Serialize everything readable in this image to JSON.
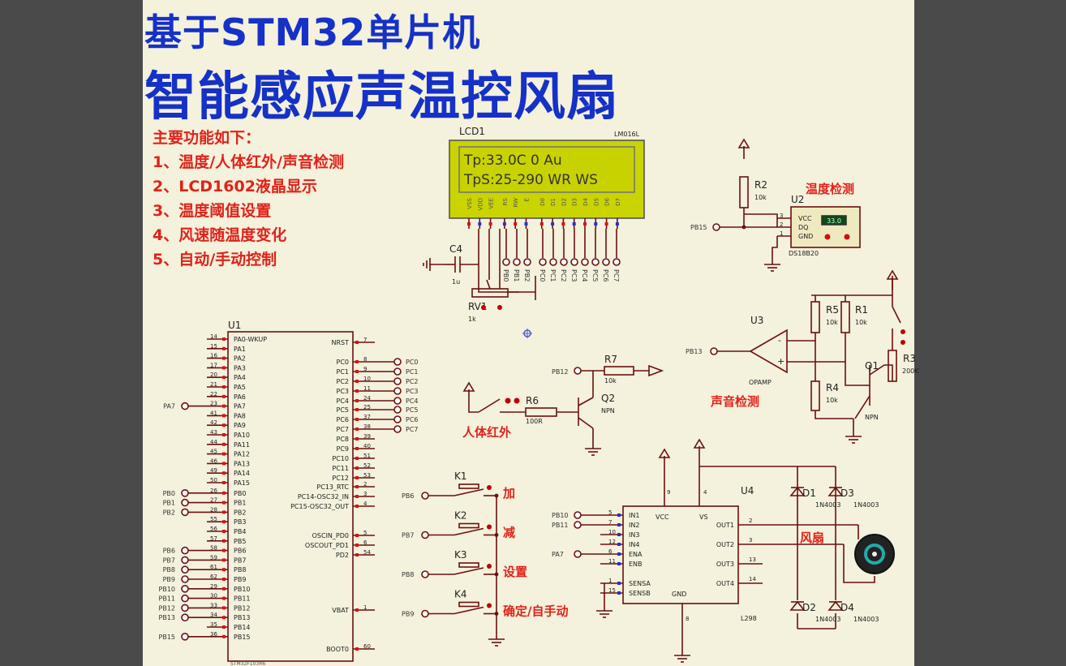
{
  "title": {
    "line1": "基于STM32单片机",
    "line2": "智能感应声温控风扇"
  },
  "features": {
    "heading": "主要功能如下：",
    "items": [
      "1、温度/人体红外/声音检测",
      "2、LCD1602液晶显示",
      "3、温度阈值设置",
      "4、风速随温度变化",
      "5、自动/手动控制"
    ]
  },
  "lcd": {
    "ref": "LCD1",
    "model": "LM016L",
    "row1": "Tp:33.0C  0    Au",
    "row2": "TpS:25-290 WR WS",
    "pins": [
      "VSS",
      "VDD",
      "VEE",
      "RS",
      "RW",
      "E",
      "D0",
      "D1",
      "D2",
      "D3",
      "D4",
      "D5",
      "D6",
      "D7"
    ],
    "pin_nets": [
      "PB0",
      "PB1",
      "PB2",
      "PC0",
      "PC1",
      "PC2",
      "PC3",
      "PC4",
      "PC5",
      "PC6",
      "PC7"
    ]
  },
  "c4": {
    "ref": "C4",
    "value": "1u"
  },
  "rv1": {
    "ref": "RV1",
    "value": "1k"
  },
  "temp": {
    "label": "温度检测",
    "r2_ref": "R2",
    "r2_val": "10k",
    "u2_ref": "U2",
    "u2_model": "DS18B20",
    "pins": [
      "VCC",
      "DQ",
      "GND"
    ],
    "pin_nums": [
      "3",
      "2",
      "1"
    ],
    "display": "33.0",
    "net": "PB15"
  },
  "mcu": {
    "ref": "U1",
    "left_pins": [
      {
        "num": "14",
        "name": "PA0-WKUP"
      },
      {
        "num": "15",
        "name": "PA1"
      },
      {
        "num": "16",
        "name": "PA2"
      },
      {
        "num": "17",
        "name": "PA3"
      },
      {
        "num": "20",
        "name": "PA4"
      },
      {
        "num": "21",
        "name": "PA5"
      },
      {
        "num": "22",
        "name": "PA6"
      },
      {
        "num": "23",
        "name": "PA7"
      },
      {
        "num": "41",
        "name": "PA8"
      },
      {
        "num": "42",
        "name": "PA9"
      },
      {
        "num": "43",
        "name": "PA10"
      },
      {
        "num": "44",
        "name": "PA11"
      },
      {
        "num": "45",
        "name": "PA12"
      },
      {
        "num": "46",
        "name": "PA13"
      },
      {
        "num": "49",
        "name": "PA14"
      },
      {
        "num": "50",
        "name": "PA15"
      },
      {
        "num": "26",
        "name": "PB0"
      },
      {
        "num": "27",
        "name": "PB1"
      },
      {
        "num": "28",
        "name": "PB2"
      },
      {
        "num": "55",
        "name": "PB3"
      },
      {
        "num": "56",
        "name": "PB4"
      },
      {
        "num": "57",
        "name": "PB5"
      },
      {
        "num": "58",
        "name": "PB6"
      },
      {
        "num": "59",
        "name": "PB7"
      },
      {
        "num": "61",
        "name": "PB8"
      },
      {
        "num": "62",
        "name": "PB9"
      },
      {
        "num": "29",
        "name": "PB10"
      },
      {
        "num": "30",
        "name": "PB11"
      },
      {
        "num": "33",
        "name": "PB12"
      },
      {
        "num": "34",
        "name": "PB13"
      },
      {
        "num": "35",
        "name": "PB14"
      },
      {
        "num": "36",
        "name": "PB15"
      }
    ],
    "left_nets": [
      {
        "pin": "PA7",
        "net": "PA7"
      },
      {
        "pin": "PB0",
        "net": "PB0"
      },
      {
        "pin": "PB1",
        "net": "PB1"
      },
      {
        "pin": "PB2",
        "net": "PB2"
      },
      {
        "pin": "PB6",
        "net": "PB6"
      },
      {
        "pin": "PB7",
        "net": "PB7"
      },
      {
        "pin": "PB8",
        "net": "PB8"
      },
      {
        "pin": "PB9",
        "net": "PB9"
      },
      {
        "pin": "PB10",
        "net": "PB10"
      },
      {
        "pin": "PB11",
        "net": "PB11"
      },
      {
        "pin": "PB12",
        "net": "PB12"
      },
      {
        "pin": "PB13",
        "net": "PB13"
      },
      {
        "pin": "PB15",
        "net": "PB15"
      }
    ],
    "right_pins": [
      {
        "num": "7",
        "name": "NRST"
      },
      {
        "num": "8",
        "name": "PC0"
      },
      {
        "num": "9",
        "name": "PC1"
      },
      {
        "num": "10",
        "name": "PC2"
      },
      {
        "num": "11",
        "name": "PC3"
      },
      {
        "num": "24",
        "name": "PC4"
      },
      {
        "num": "25",
        "name": "PC5"
      },
      {
        "num": "37",
        "name": "PC6"
      },
      {
        "num": "38",
        "name": "PC7"
      },
      {
        "num": "39",
        "name": "PC8"
      },
      {
        "num": "40",
        "name": "PC9"
      },
      {
        "num": "51",
        "name": "PC10"
      },
      {
        "num": "52",
        "name": "PC11"
      },
      {
        "num": "53",
        "name": "PC12"
      },
      {
        "num": "2",
        "name": "PC13_RTC"
      },
      {
        "num": "3",
        "name": "PC14-OSC32_IN"
      },
      {
        "num": "4",
        "name": "PC15-OSC32_OUT"
      },
      {
        "num": "5",
        "name": "OSCIN_PD0"
      },
      {
        "num": "6",
        "name": "OSCOUT_PD1"
      },
      {
        "num": "54",
        "name": "PD2"
      },
      {
        "num": "1",
        "name": "VBAT"
      },
      {
        "num": "60",
        "name": "BOOT0"
      }
    ],
    "right_nets": [
      "PC0",
      "PC1",
      "PC2",
      "PC3",
      "PC4",
      "PC5",
      "PC6",
      "PC7"
    ],
    "model": "STM32F103R6"
  },
  "sound": {
    "label": "声音检测",
    "u3_ref": "U3",
    "u3_model": "OPAMP",
    "net": "PB13",
    "r5": "R5",
    "r1": "R1",
    "r4": "R4",
    "r3": "R3",
    "r_val": "10k",
    "r3_val": "200K",
    "q1": "Q1",
    "q1_type": "NPN"
  },
  "pir": {
    "label": "人体红外",
    "r6": "R6",
    "r6_val": "100R",
    "r7": "R7",
    "r7_val": "10k",
    "q2": "Q2",
    "q2_type": "NPN",
    "net": "PB12"
  },
  "keys": [
    {
      "ref": "K1",
      "net": "PB6",
      "label": "加"
    },
    {
      "ref": "K2",
      "net": "PB7",
      "label": "减"
    },
    {
      "ref": "K3",
      "net": "PB8",
      "label": "设置"
    },
    {
      "ref": "K4",
      "net": "PB9",
      "label": "确定/自手动"
    }
  ],
  "driver": {
    "ref": "U4",
    "model": "L298",
    "in_pins": [
      {
        "num": "5",
        "name": "IN1",
        "net": "PB10"
      },
      {
        "num": "7",
        "name": "IN2",
        "net": "PB11"
      },
      {
        "num": "10",
        "name": "IN3"
      },
      {
        "num": "12",
        "name": "IN4"
      },
      {
        "num": "6",
        "name": "ENA",
        "net": "PA7"
      },
      {
        "num": "11",
        "name": "ENB"
      },
      {
        "num": "1",
        "name": "SENSA"
      },
      {
        "num": "15",
        "name": "SENSB"
      }
    ],
    "out_pins": [
      {
        "num": "2",
        "name": "OUT1"
      },
      {
        "num": "3",
        "name": "OUT2"
      },
      {
        "num": "13",
        "name": "OUT3"
      },
      {
        "num": "14",
        "name": "OUT4"
      }
    ],
    "vcc": "VCC",
    "vs": "VS",
    "gnd": "GND",
    "vcc_num": "9",
    "vs_num": "4",
    "gnd_num": "8"
  },
  "diodes": [
    {
      "ref": "D1",
      "model": "1N4003"
    },
    {
      "ref": "D2",
      "model": "1N4003"
    },
    {
      "ref": "D3",
      "model": "1N4003"
    },
    {
      "ref": "D4",
      "model": "1N4003"
    }
  ],
  "fan": {
    "label": "风扇"
  },
  "colors": {
    "title": "#1531c8",
    "feature": "#e0221a",
    "wire": "#6b1010",
    "lcd_bg": "#c9d400",
    "lcd_text": "#3b3b3b",
    "sheet": "#f4f1dc",
    "pin_red": "#d11",
    "pin_blue": "#2233cc"
  }
}
